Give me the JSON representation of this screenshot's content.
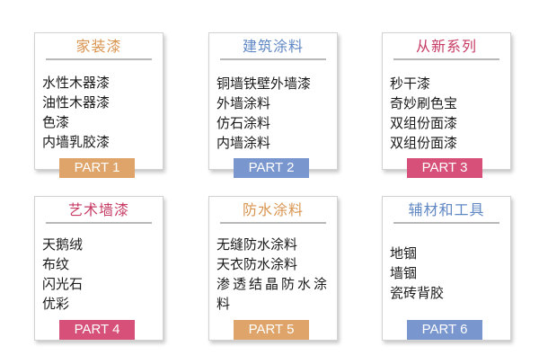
{
  "colors": {
    "orange": "#d9944f",
    "blue": "#5f87c4",
    "crimson": "#c63a63",
    "badge_orange": "#dfa46a",
    "badge_blue": "#7a96cf",
    "badge_crimson": "#d65079"
  },
  "cards": [
    {
      "title": "家装漆",
      "items": [
        "水性木器漆",
        "油性木器漆",
        "色漆",
        "内墙乳胶漆"
      ],
      "badge": "PART 1"
    },
    {
      "title": "建筑涂料",
      "items": [
        "铜墙铁壁外墙漆",
        "外墙涂料",
        "仿石涂料",
        "内墙涂料"
      ],
      "badge": "PART 2"
    },
    {
      "title": "从新系列",
      "items": [
        "秒干漆",
        "奇妙刷色宝",
        "双组份面漆",
        "双组份面漆"
      ],
      "badge": "PART 3"
    },
    {
      "title": "艺术墙漆",
      "items": [
        "天鹅绒",
        "布纹",
        "闪光石",
        "优彩"
      ],
      "badge": "PART 4"
    },
    {
      "title": "防水涂料",
      "items": [
        "无缝防水涂料",
        "天衣防水涂料",
        "渗透结晶防水涂料"
      ],
      "badge": "PART 5"
    },
    {
      "title": "辅材和工具",
      "items": [
        "地锢",
        "墙锢",
        "瓷砖背胶"
      ],
      "badge": "PART 6"
    }
  ]
}
